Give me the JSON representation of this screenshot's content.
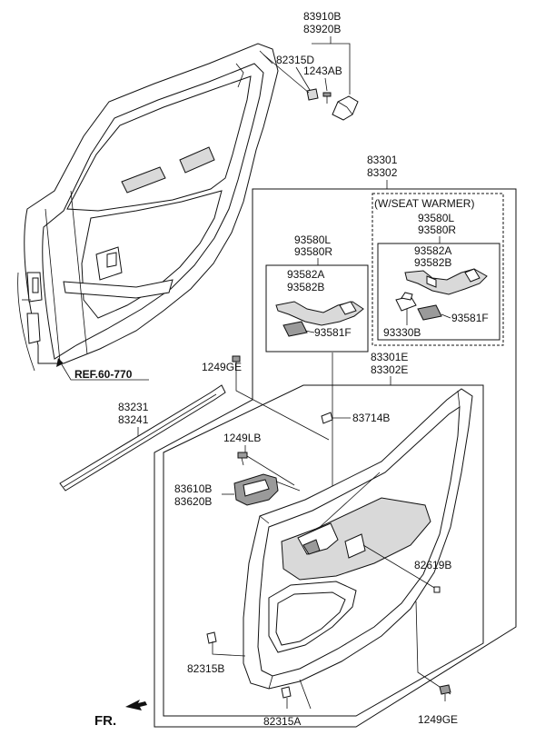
{
  "labels": {
    "p83910b": "83910B",
    "p83920b": "83920B",
    "p82315d": "82315D",
    "p1243ab": "1243AB",
    "p83301": "83301",
    "p83302": "83302",
    "seat_warmer": "(W/SEAT WARMER)",
    "sw_93580l": "93580L",
    "sw_93580r": "93580R",
    "sw_93582a": "93582A",
    "sw_93582b": "93582B",
    "sw_93581f": "93581F",
    "sw_93330b": "93330B",
    "p93580l": "93580L",
    "p93580r": "93580R",
    "p93582a": "93582A",
    "p93582b": "93582B",
    "p93581f": "93581F",
    "ref": "REF.60-770",
    "p1249ge_top": "1249GE",
    "p83301e": "83301E",
    "p83302e": "83302E",
    "p83231": "83231",
    "p83241": "83241",
    "p83714b": "83714B",
    "p1249lb": "1249LB",
    "p83610b": "83610B",
    "p83620b": "83620B",
    "p82619b": "82619B",
    "p82315b": "82315B",
    "p82315a": "82315A",
    "p1249ge_bot": "1249GE",
    "fr": "FR."
  }
}
